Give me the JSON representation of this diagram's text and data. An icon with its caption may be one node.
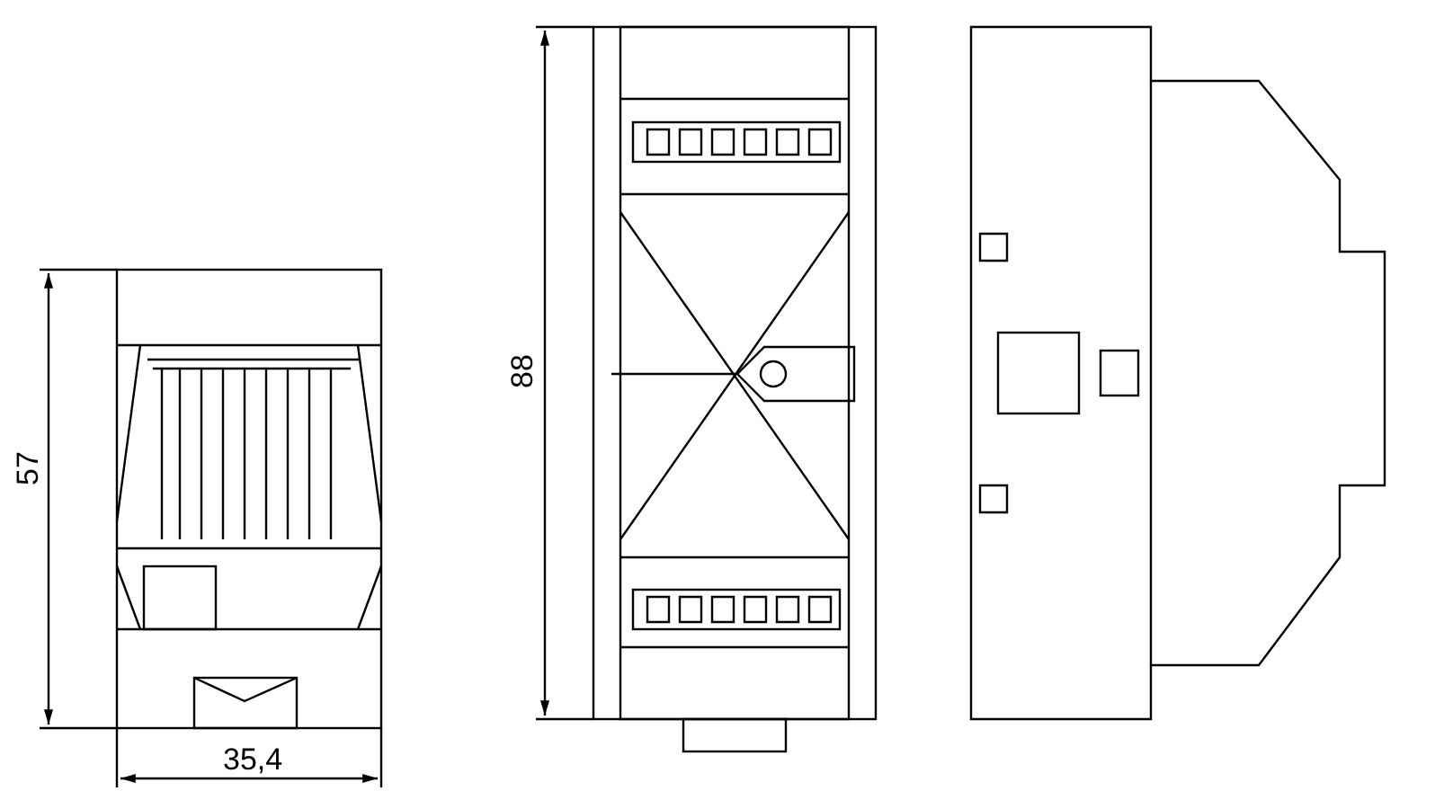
{
  "diagram": {
    "labels": [
      "57",
      "35,4",
      "88"
    ]
  }
}
